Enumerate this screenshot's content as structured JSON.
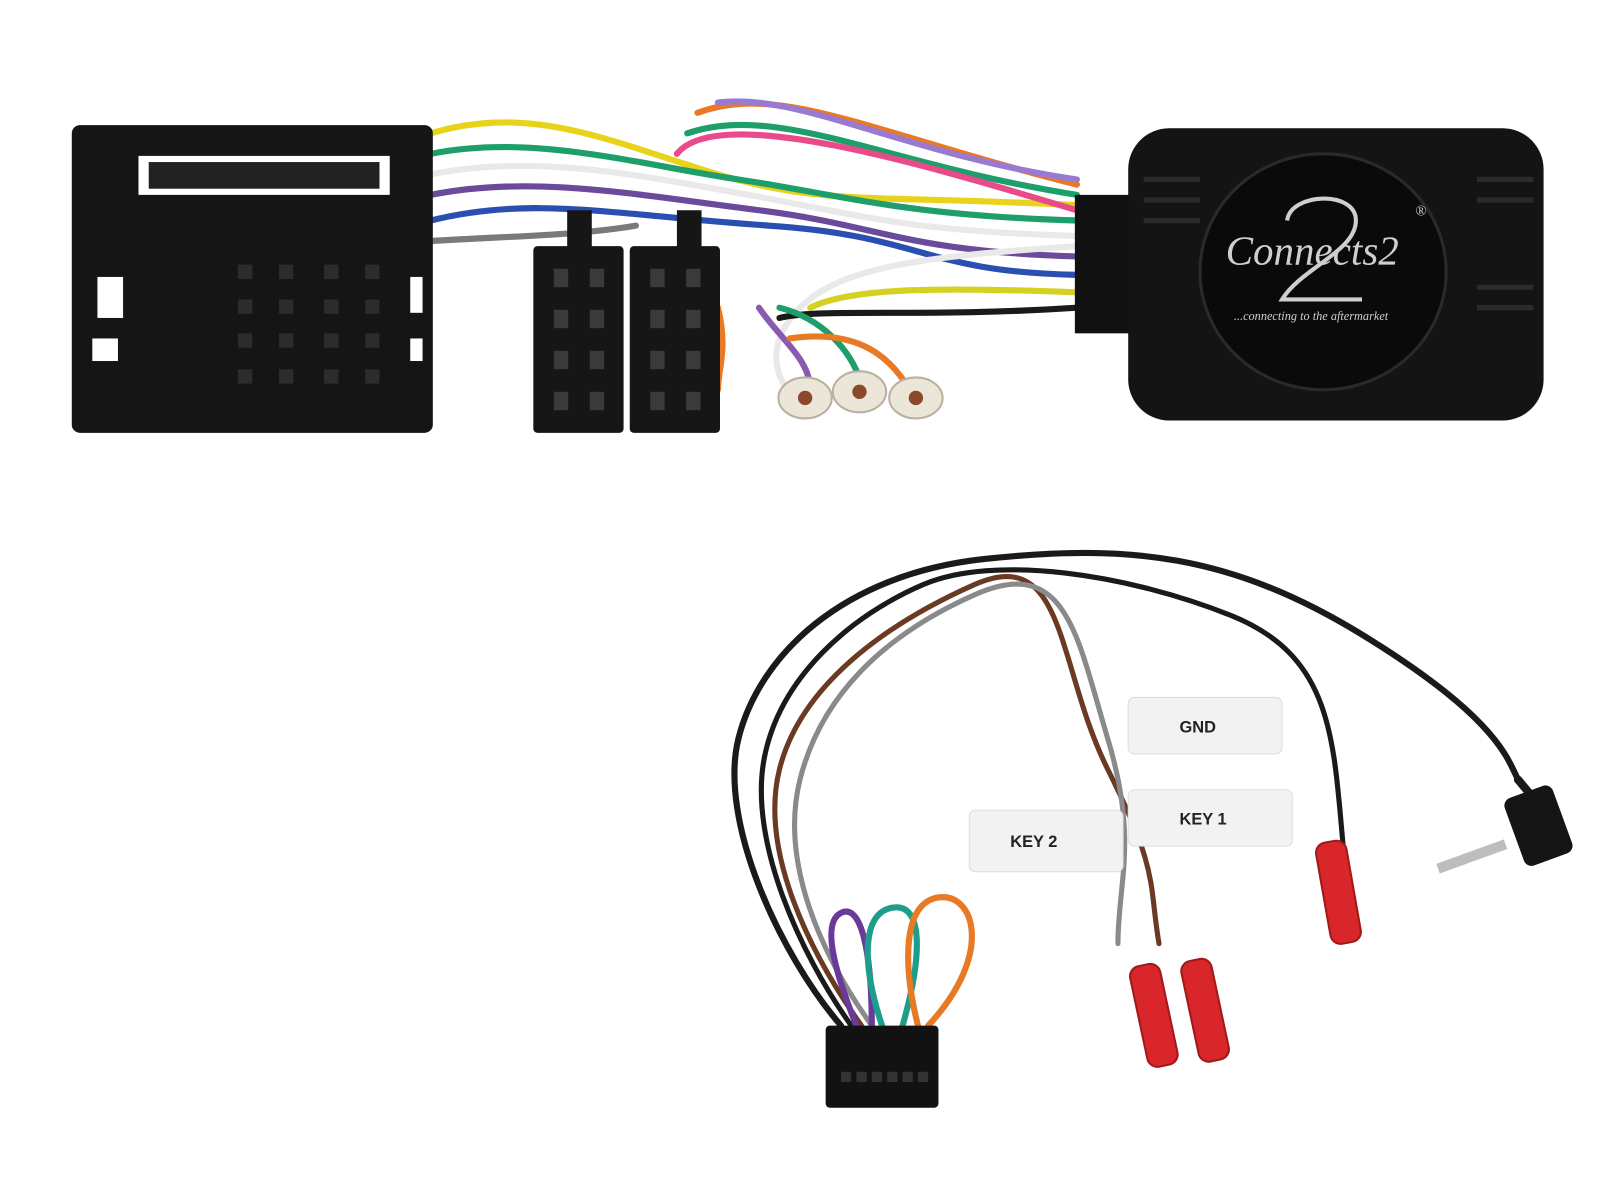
{
  "product": {
    "brand_logo": "Connects2",
    "registered_mark": "®",
    "tagline": "...connecting to the aftermarket",
    "labels": {
      "gnd": "GND",
      "key1": "KEY 1",
      "key2": "KEY 2"
    }
  },
  "colors": {
    "background": "#ffffff",
    "plastic": "#151515",
    "pin_red": "#d8262a"
  }
}
